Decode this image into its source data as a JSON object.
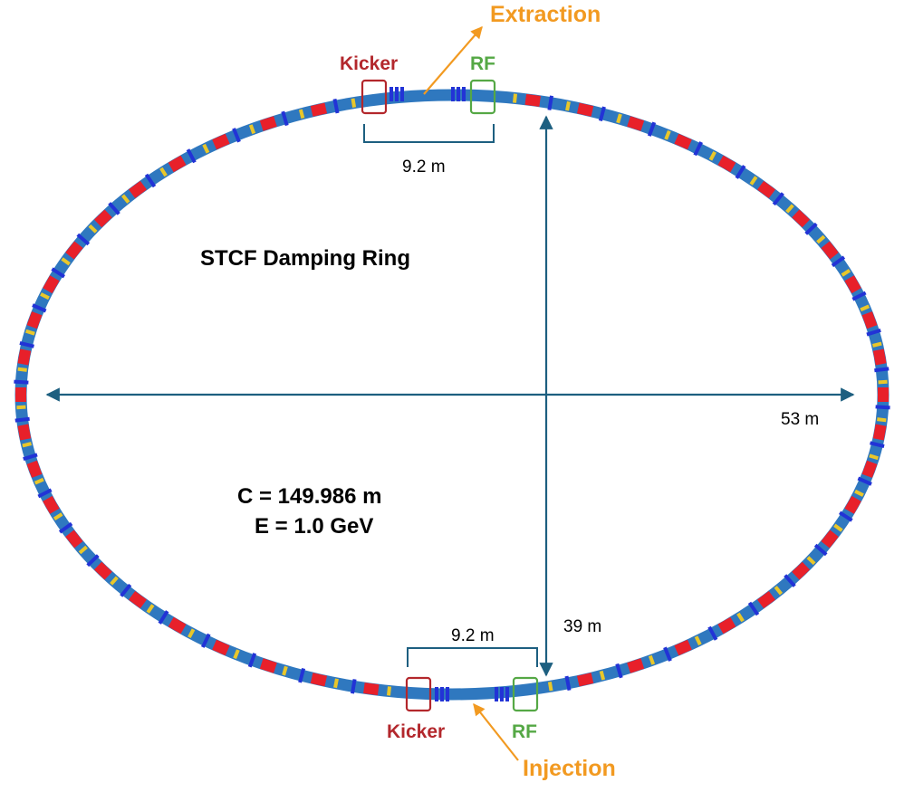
{
  "title": "STCF Damping Ring",
  "params": {
    "circumference": "C = 149.986 m",
    "energy": "E = 1.0 GeV"
  },
  "dimensions": {
    "width": "53 m",
    "height": "39 m"
  },
  "top_section": {
    "kicker": "Kicker",
    "rf": "RF",
    "length": "9.2 m",
    "event": "Extraction"
  },
  "bottom_section": {
    "kicker": "Kicker",
    "rf": "RF",
    "length": "9.2 m",
    "event": "Injection"
  },
  "colors": {
    "beamline": "#2f78bf",
    "dipole": "#e8202a",
    "quadrupole": "#2233d6",
    "sextupole": "#e9c72a",
    "dimension": "#1d5f80",
    "kicker": "#b3272c",
    "rf": "#55a845",
    "arrow": "#f29a21"
  }
}
